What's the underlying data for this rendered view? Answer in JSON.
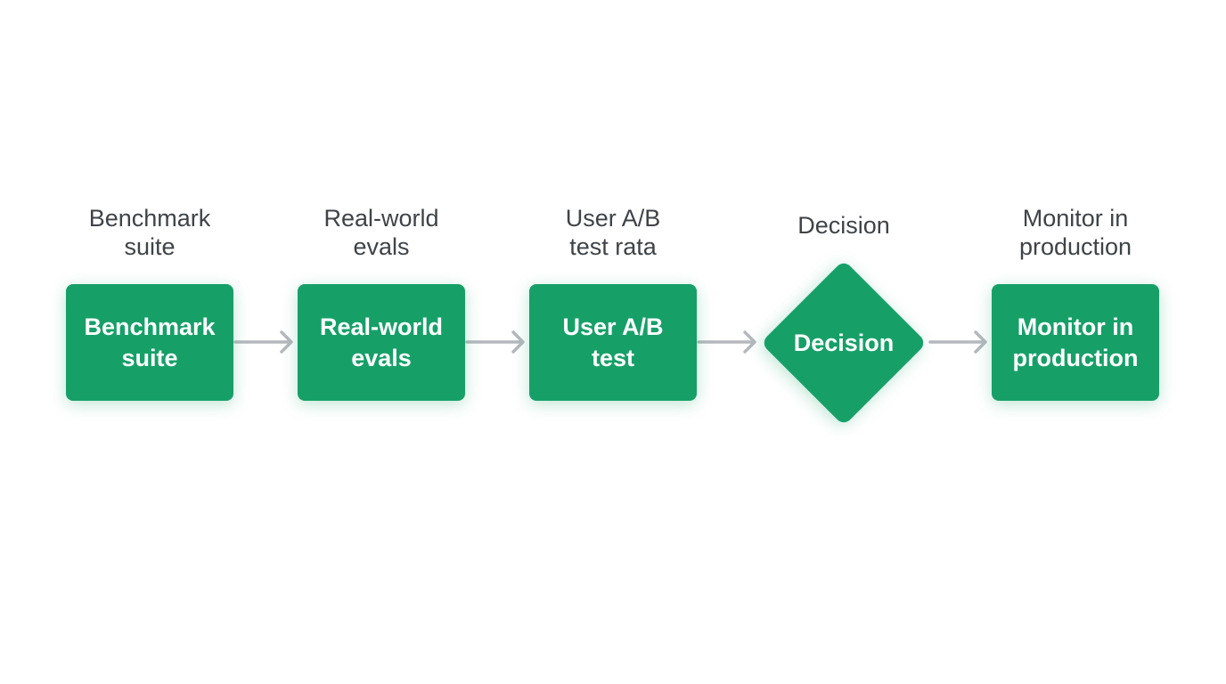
{
  "steps": [
    {
      "caption": "Benchmark\nsuite",
      "label": "Benchmark\nsuite"
    },
    {
      "caption": "Real-world\nevals",
      "label": "Real-world\nevals"
    },
    {
      "caption": "User A/B\ntest rata",
      "label": "User A/B\ntest"
    },
    {
      "caption": "Decision",
      "label": "Decision"
    },
    {
      "caption": "Monitor in\nproduction",
      "label": "Monitor in\nproduction"
    }
  ],
  "colors": {
    "node_fill": "#16a068",
    "node_text": "#ffffff",
    "caption_text": "#3f4348",
    "arrow": "#b5b8bd"
  }
}
